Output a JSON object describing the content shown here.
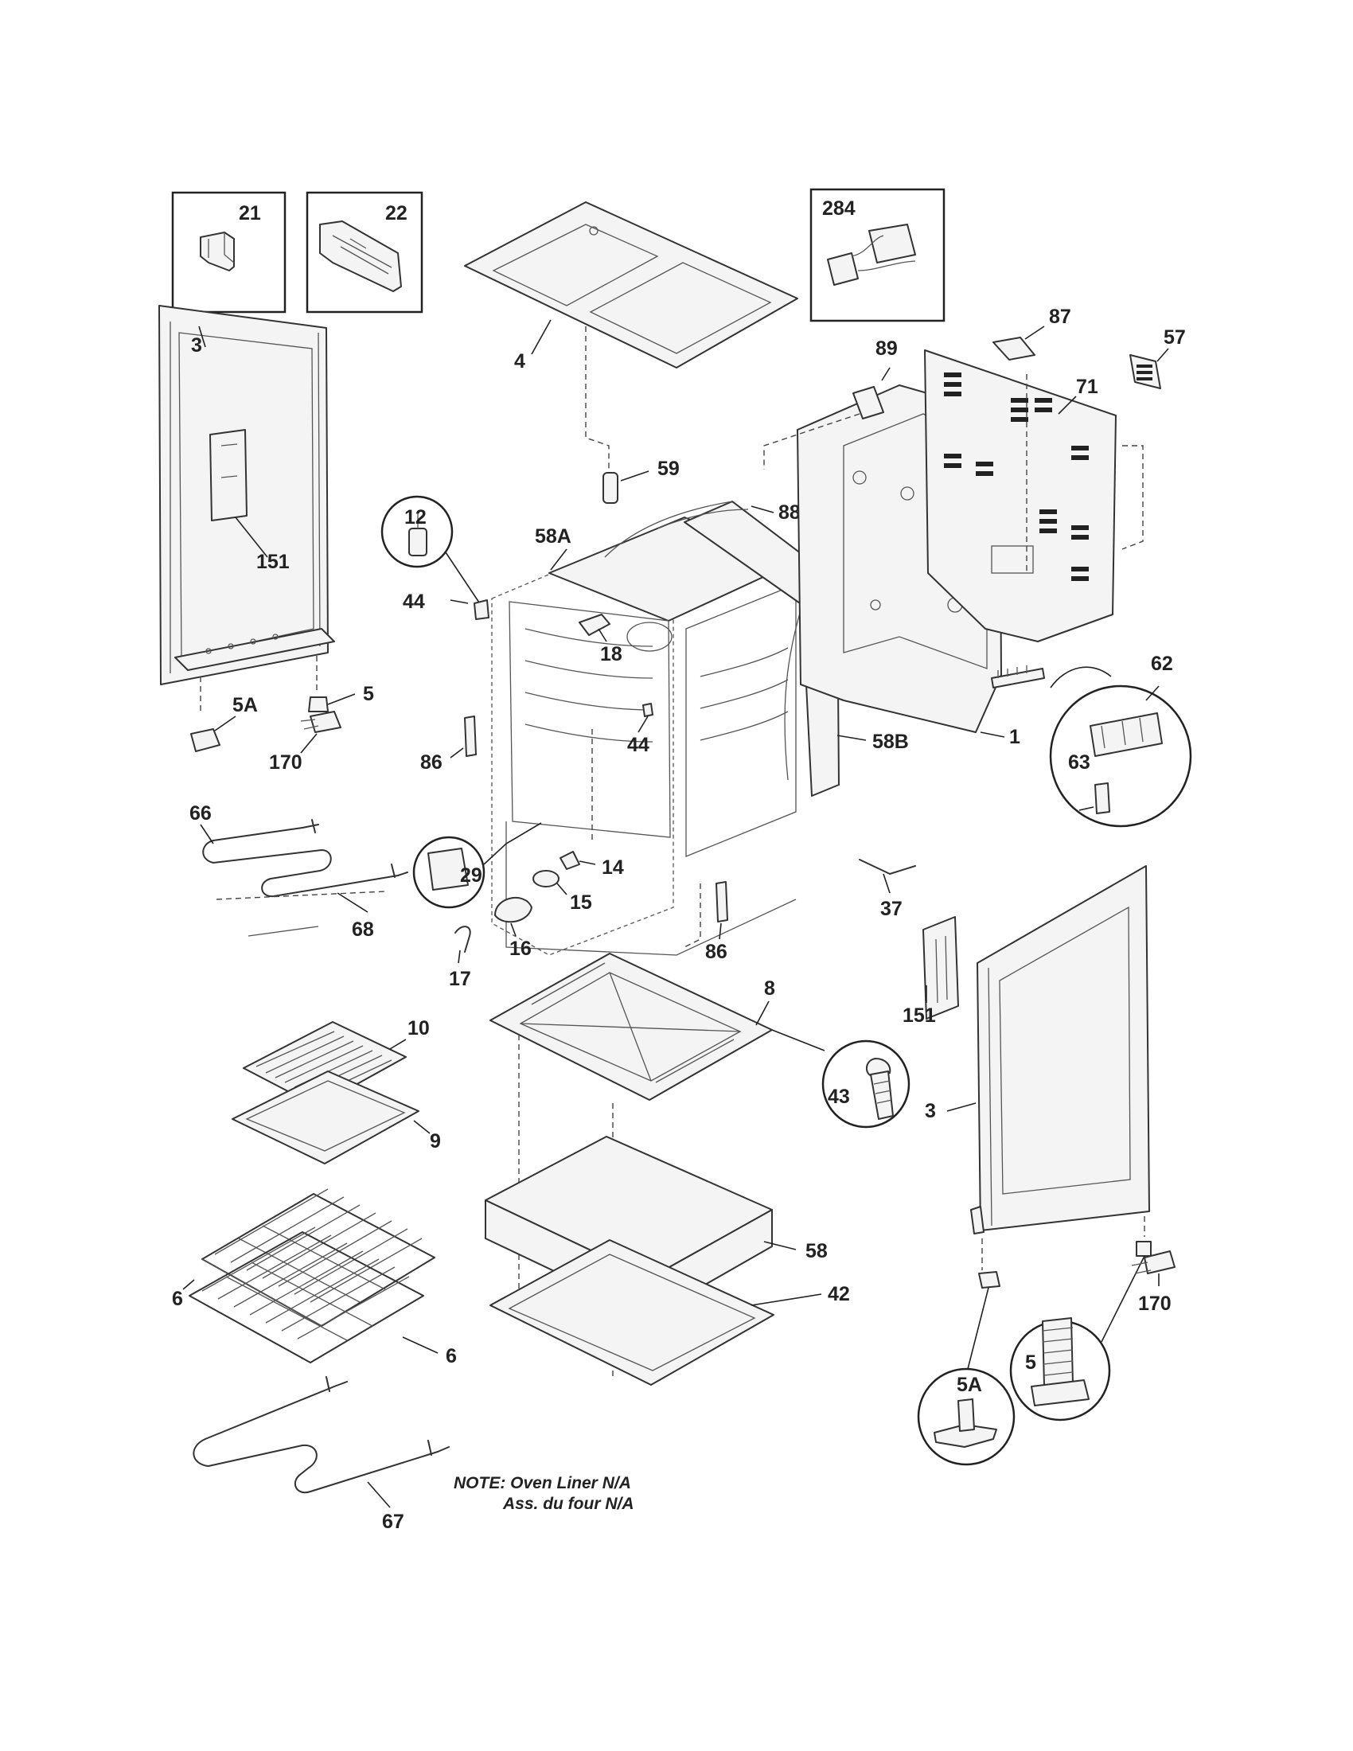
{
  "callouts": {
    "c21": "21",
    "c22": "22",
    "c284": "284",
    "c3_left": "3",
    "c151_left": "151",
    "c5_left": "5",
    "c5A_left": "5A",
    "c170_left": "170",
    "c4": "4",
    "c59": "59",
    "c58A": "58A",
    "c12": "12",
    "c44_left": "44",
    "c18": "18",
    "c88": "88",
    "c89": "89",
    "c87": "87",
    "c71": "71",
    "c57": "57",
    "c44_right": "44",
    "c86_left": "86",
    "c58B": "58B",
    "c1": "1",
    "c62": "62",
    "c63": "63",
    "c66": "66",
    "c68": "68",
    "c29": "29",
    "c14": "14",
    "c15": "15",
    "c16": "16",
    "c17": "17",
    "c86_bottom": "86",
    "c37": "37",
    "c8": "8",
    "c43": "43",
    "c10": "10",
    "c9": "9",
    "c151_right": "151",
    "c3_right": "3",
    "c6_upper": "6",
    "c6_lower": "6",
    "c58": "58",
    "c42": "42",
    "c5_right": "5",
    "c5A_right": "5A",
    "c170_right": "170",
    "c67": "67"
  },
  "note": {
    "line1": "NOTE: Oven Liner N/A",
    "line2": "Ass. du four N/A"
  }
}
